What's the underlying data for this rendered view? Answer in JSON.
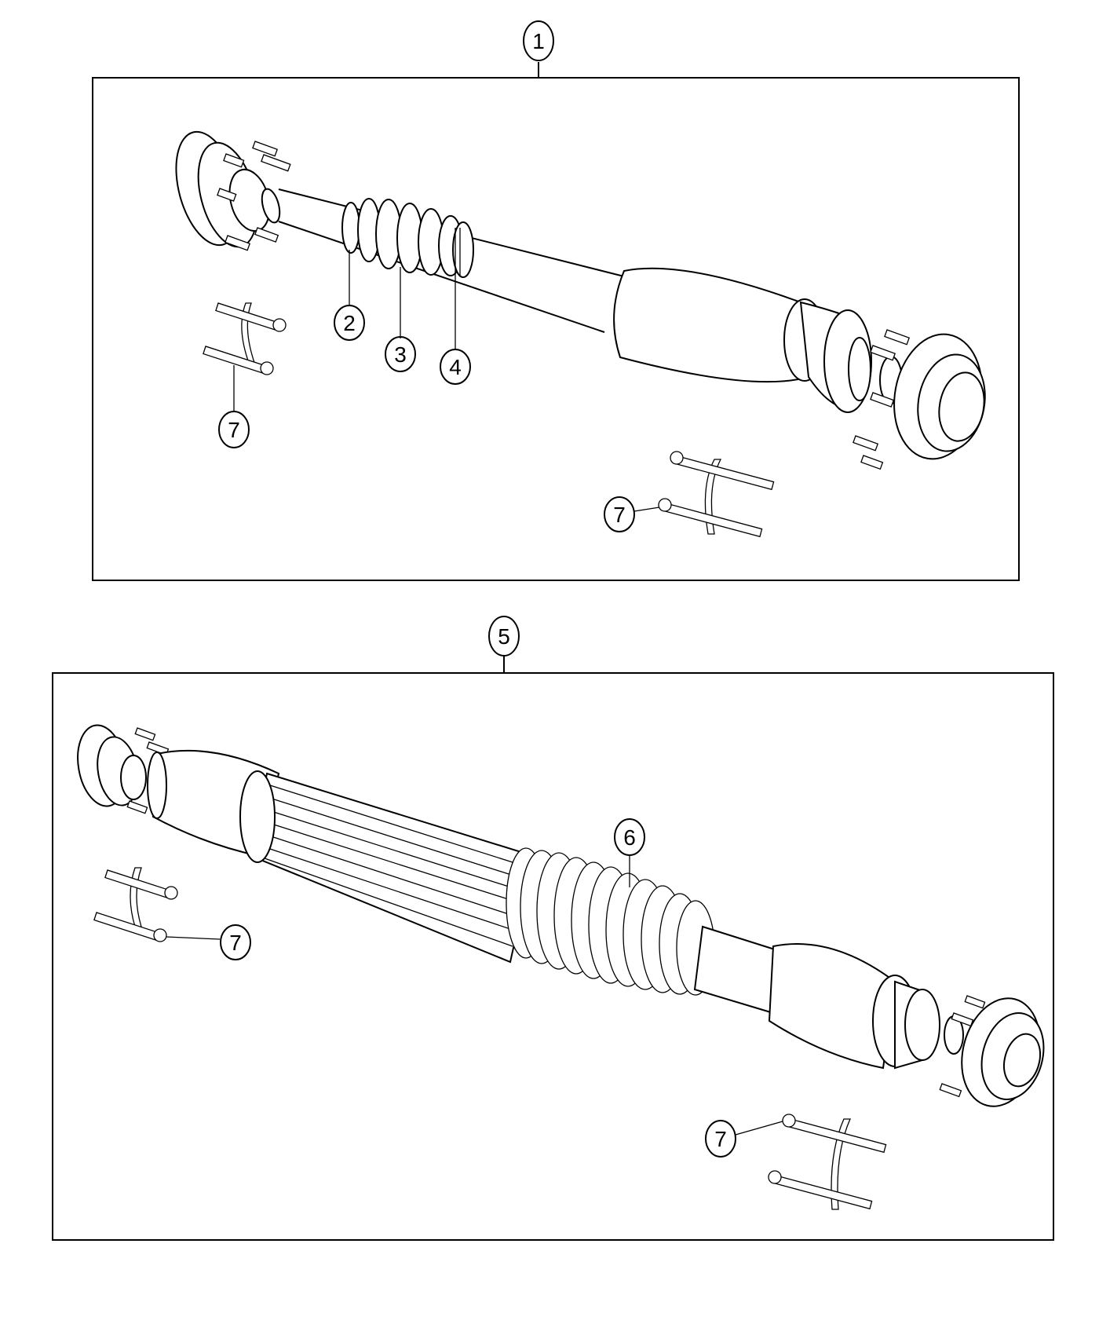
{
  "colors": {
    "line": "#000000",
    "background": "#ffffff"
  },
  "panels": [
    {
      "id": "upper",
      "assembly_callout": "1"
    },
    {
      "id": "lower",
      "assembly_callout": "5"
    }
  ],
  "callouts": {
    "c1": "1",
    "c2": "2",
    "c3": "3",
    "c4": "4",
    "c5": "5",
    "c6": "6",
    "c7": "7"
  }
}
